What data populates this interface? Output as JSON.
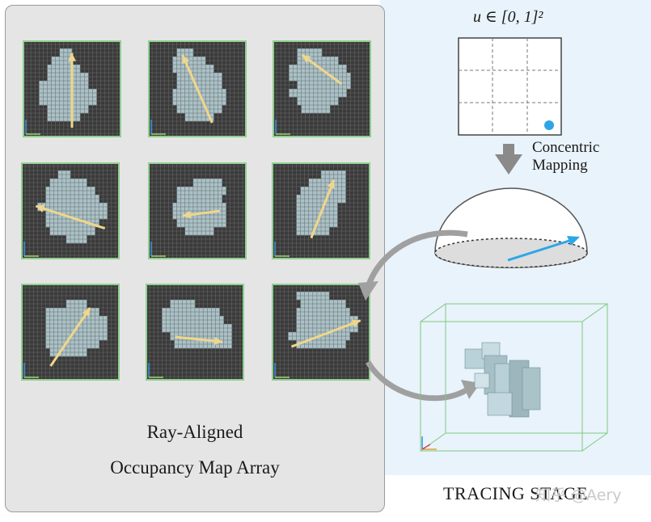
{
  "labels": {
    "occupancy_line1": "Ray-Aligned",
    "occupancy_line2": "Occupancy Map Array",
    "concentric_line1": "Concentric",
    "concentric_line2": "Mapping",
    "u_domain": "u ∈ [0, 1]²",
    "stage": "TRACING STAGE",
    "watermark": "知乎 @Aery"
  },
  "colors": {
    "panel": "#e5e5e5",
    "grid_bg": "#3a3a3a",
    "grid_border": "#8fce8f",
    "shape": "#a9c2c8",
    "ray": "#f0d68a",
    "blue": "#2ea6e6",
    "arrow_gray": "#9a9a9a"
  },
  "maps": [
    {
      "rows": [
        "00000000000000",
        "00000110000000",
        "00001110000000",
        "00011111000000",
        "00011111100000",
        "00111111100000",
        "00111111110000",
        "00111111110000",
        "00011111100000",
        "00011111000000",
        "00000000000000",
        "00000000000000"
      ],
      "ray": [
        [
          0.5,
          0.9
        ],
        [
          0.5,
          0.13
        ]
      ]
    },
    {
      "rows": [
        "00000000000000",
        "00001100000000",
        "00011111000000",
        "00011111100000",
        "00001111110000",
        "00001111110000",
        "00011111111000",
        "00011111111000",
        "00001111110000",
        "00000111100000",
        "00000000000000",
        "00000000000000"
      ],
      "ray": [
        [
          0.65,
          0.85
        ],
        [
          0.35,
          0.15
        ]
      ]
    },
    {
      "rows": [
        "00000000000000",
        "00011110000000",
        "00011111100000",
        "00111111110000",
        "00111111111000",
        "00011111111000",
        "00111111110000",
        "00011111100000",
        "00001111000000",
        "00000000000000",
        "00000000000000",
        "00000000000000"
      ],
      "ray": [
        [
          0.7,
          0.45
        ],
        [
          0.3,
          0.15
        ]
      ]
    },
    {
      "rows": [
        "00000000000000",
        "00000110000000",
        "00001111100000",
        "00011111110000",
        "00011111111000",
        "00111111111100",
        "00011111111100",
        "00011111111000",
        "00001111110000",
        "00000011100000",
        "00000000000000",
        "00000000000000"
      ],
      "ray": [
        [
          0.85,
          0.68
        ],
        [
          0.15,
          0.45
        ]
      ]
    },
    {
      "rows": [
        "00000000000000",
        "00000000000000",
        "00000011110000",
        "00001111111000",
        "00001111110000",
        "00011111111000",
        "00011111111000",
        "00001111111000",
        "00000111100000",
        "00000000000000",
        "00000000000000",
        "00000000000000"
      ],
      "ray": [
        [
          0.73,
          0.5
        ],
        [
          0.35,
          0.55
        ]
      ]
    },
    {
      "rows": [
        "00000000000000",
        "00000001110000",
        "00000111110000",
        "00001111110000",
        "00011111110000",
        "00011111100000",
        "00011111100000",
        "00011111100000",
        "00011111000000",
        "00000000000000",
        "00000000000000",
        "00000000000000"
      ],
      "ray": [
        [
          0.4,
          0.78
        ],
        [
          0.63,
          0.18
        ]
      ]
    },
    {
      "rows": [
        "00000000000000",
        "00000000000000",
        "00000011100000",
        "00011111111000",
        "00011111111100",
        "00011111111100",
        "00011111111100",
        "00011111111000",
        "00001111100000",
        "00000000000000",
        "00000000000000",
        "00000000000000"
      ],
      "ray": [
        [
          0.3,
          0.85
        ],
        [
          0.7,
          0.25
        ]
      ]
    },
    {
      "rows": [
        "00000000000000",
        "00000000000000",
        "00011110000000",
        "00111111110000",
        "00111111111000",
        "00111111111100",
        "00011111111100",
        "00001111111100",
        "00000000000000",
        "00000000000000",
        "00000000000000",
        "00000000000000"
      ],
      "ray": [
        [
          0.3,
          0.55
        ],
        [
          0.78,
          0.6
        ]
      ]
    },
    {
      "rows": [
        "00000000000000",
        "00011111000000",
        "00001111110000",
        "00011111111000",
        "00011111111100",
        "00011111111100",
        "00111111111000",
        "00011111110000",
        "00000000000000",
        "00000000000000",
        "00000000000000",
        "00000000000000"
      ],
      "ray": [
        [
          0.2,
          0.65
        ],
        [
          0.9,
          0.38
        ]
      ]
    }
  ]
}
